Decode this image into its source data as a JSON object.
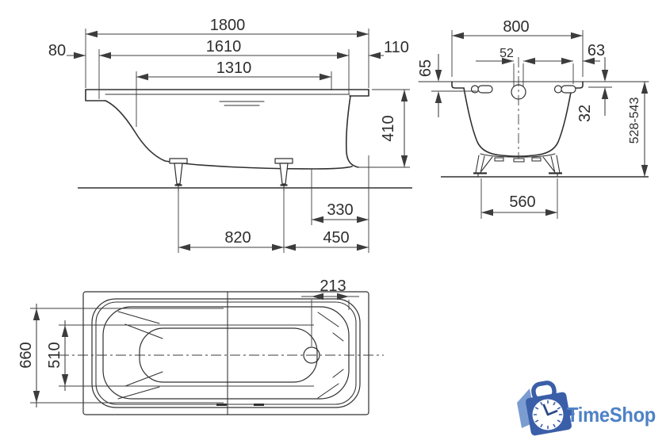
{
  "drawing_ink": "#303030",
  "side_view": {
    "dims": {
      "overall_length": "1800",
      "rim_inner_length": "1610",
      "bottom_length": "1310",
      "end_offset_left": "80",
      "end_offset_right": "110",
      "depth": "410",
      "drain_to_end": "330",
      "feet_spacing": "820",
      "foot_to_end": "450"
    }
  },
  "end_view": {
    "dims": {
      "overall_width": "800",
      "overflow_slot": "52",
      "rim_edge": "63",
      "rim_drop_left": "65",
      "rim_drop_right": "32",
      "overall_height_range": "528-543",
      "feet_spacing": "560"
    }
  },
  "plan_view": {
    "dims": {
      "drain_to_end": "213",
      "outer_width": "660",
      "inner_width": "510"
    }
  },
  "logo": {
    "brand": "TimeShop",
    "text_color": "#4e82c6",
    "bag_color": "#3a5ea8",
    "flap_color": "#7b9cd1",
    "clock_face_color": "#ffffff",
    "hand_color": "#2c4a86"
  }
}
